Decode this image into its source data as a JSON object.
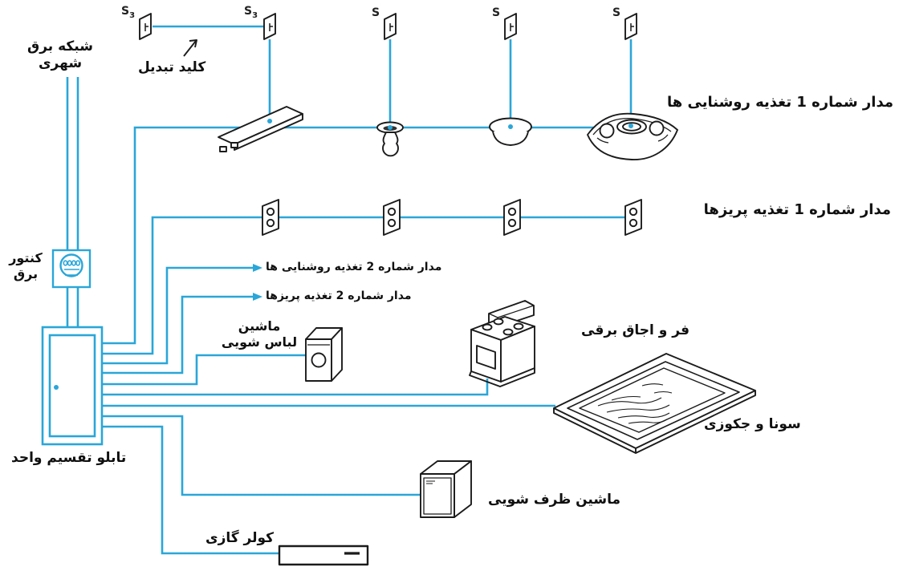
{
  "colors": {
    "wire": "#2aa6d8",
    "ink": "#1b1b1b"
  },
  "labels": {
    "grid": "شبکه برق\nشهری",
    "changeover": "کلید تبدیل",
    "circuit1_lights": "مدار شماره 1 تغذیه روشنایی ها",
    "circuit1_sockets": "مدار شماره 1 تغذیه پریزها",
    "circuit2_lights": "مدار شماره 2 تغذیه روشنایی ها",
    "circuit2_sockets": "مدار شماره 2 تغذیه پریزها",
    "meter": "کنتور\nبرق",
    "panel": "تابلو تقسیم واحد",
    "washing_machine": "ماشین\nلباس شویی",
    "oven": "فر و اجاق برقی",
    "sauna": "سونا و جکوزی",
    "dishwasher": "ماشین ظرف شویی",
    "cooler": "کولر گازی"
  },
  "switches": [
    {
      "main": "S",
      "sub": "3"
    },
    {
      "main": "S",
      "sub": "3"
    },
    {
      "main": "S",
      "sub": ""
    },
    {
      "main": "S",
      "sub": ""
    },
    {
      "main": "S",
      "sub": ""
    }
  ]
}
